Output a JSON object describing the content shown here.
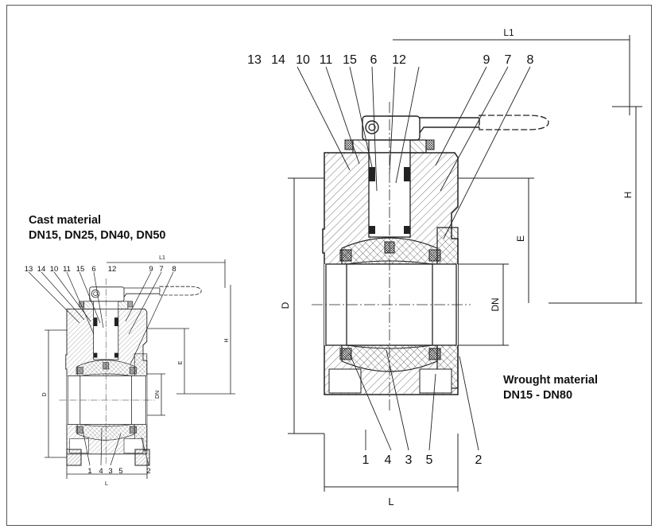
{
  "captions": {
    "cast_title": "Cast material",
    "cast_sizes": "DN15, DN25, DN40, DN50",
    "wrought_title": "Wrought material",
    "wrought_sizes": "DN15 - DN80"
  },
  "cast_drawing": {
    "top_callouts": [
      "13",
      "14",
      "10",
      "11",
      "15",
      "6",
      "12",
      "9",
      "7",
      "8"
    ],
    "bottom_callouts": [
      "1",
      "4",
      "3",
      "5",
      "2"
    ],
    "dims": {
      "length": "L",
      "handle_length": "L1",
      "height": "H",
      "e": "E",
      "diameter": "D",
      "bore": "DN"
    }
  },
  "wrought_drawing": {
    "top_callouts": [
      "13",
      "14",
      "10",
      "11",
      "15",
      "6",
      "12",
      "9",
      "7",
      "8"
    ],
    "bottom_callouts": [
      "1",
      "4",
      "3",
      "5",
      "2"
    ],
    "dims": {
      "length": "L",
      "handle_length": "L1",
      "height": "H",
      "e": "E",
      "diameter": "D",
      "bore": "DN"
    }
  }
}
